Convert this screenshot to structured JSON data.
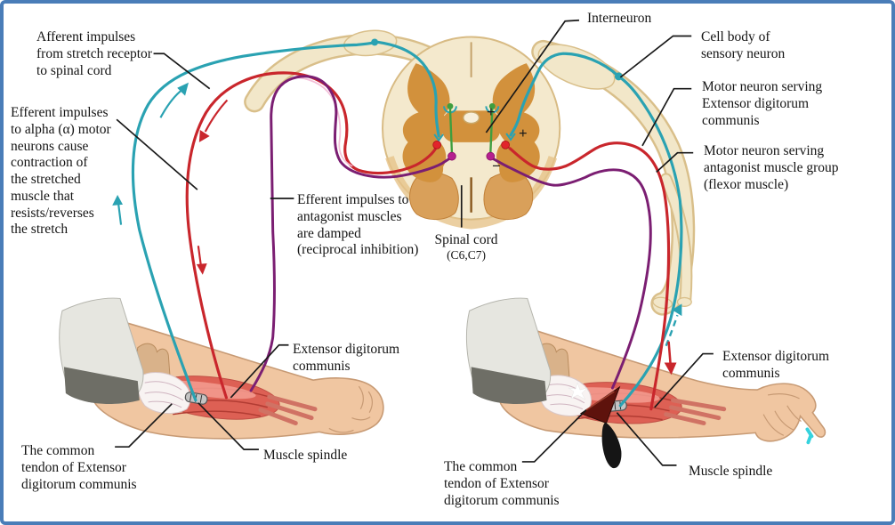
{
  "colors": {
    "border_blue": "#4a7db8",
    "afferent_teal": "#2aa2b2",
    "efferent_red": "#c9262c",
    "antagonist_purple": "#7b1e72",
    "interneuron_green": "#3f9e3f",
    "motor_cell_red": "#e2242b",
    "inhibitory_cell_magenta": "#b5208f",
    "spinal_gray_matter": "#d2913c",
    "spinal_white_matter": "#f4e9cd",
    "skin": "#f0c6a1",
    "muscle_red": "#dd6054"
  },
  "labels": {
    "afferent": "Afferent impulses\nfrom stretch receptor\nto spinal cord",
    "efferent_alpha": "Efferent impulses\nto alpha (α) motor\nneurons cause\ncontraction of\nthe stretched\nmuscle that\nresists/reverses\nthe stretch",
    "interneuron": "Interneuron",
    "cell_body": "Cell body of\nsensory neuron",
    "motor_extensor": "Motor neuron serving\nExtensor digitorum\ncommunis",
    "motor_antagonist": "Motor neuron serving\nantagonist muscle group\n(flexor muscle)",
    "reciprocal": "Efferent impulses to\nantagonist muscles\nare damped\n(reciprocal inhibition)",
    "spinal_cord_name": "Spinal cord",
    "spinal_cord_level": "(C6,C7)",
    "extensor_left": "Extensor digitorum\ncommunis",
    "spindle_left": "Muscle spindle",
    "tendon_left": "The common\ntendon of Extensor\ndigitorum communis",
    "extensor_right": "Extensor digitorum\ncommunis",
    "spindle_right": "Muscle spindle",
    "tendon_right": "The common\ntendon of Extensor\ndigitorum communis"
  },
  "symbols": {
    "excitatory_synapse_upper": "+",
    "excitatory_synapse_lower": "+",
    "inhibitory_synapse": "−"
  }
}
